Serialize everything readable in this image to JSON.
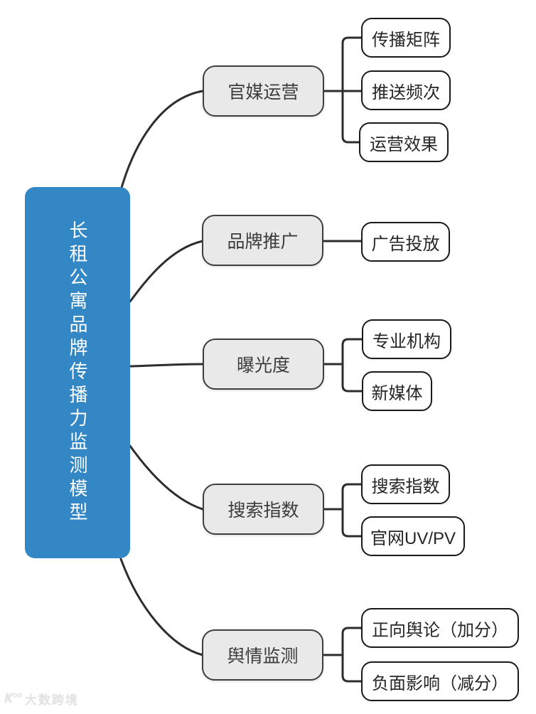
{
  "title": "长租公寓品牌传播力监测模型",
  "colors": {
    "root_fill": "#3287c4",
    "root_text": "#ffffff",
    "branch_fill": "#e9e9e9",
    "branch_border": "#3e3e3e",
    "child_fill": "#ffffff",
    "child_border": "#1a1a1a",
    "connector": "#2d2d2d"
  },
  "root": {
    "label": "长租公寓品牌传播力监测模型"
  },
  "branches": [
    {
      "label": "官媒运营",
      "children": [
        "传播矩阵",
        "推送频次",
        "运营效果"
      ]
    },
    {
      "label": "品牌推广",
      "children": [
        "广告投放"
      ]
    },
    {
      "label": "曝光度",
      "children": [
        "专业机构",
        "新媒体"
      ]
    },
    {
      "label": "搜索指数",
      "children": [
        "搜索指数",
        "官网UV/PV"
      ]
    },
    {
      "label": "舆情监测",
      "children": [
        "正向舆论（加分）",
        "负面影响（减分）"
      ]
    }
  ],
  "watermark": {
    "logo_glyph": "Ҝ°°",
    "text": "大数跨境"
  }
}
